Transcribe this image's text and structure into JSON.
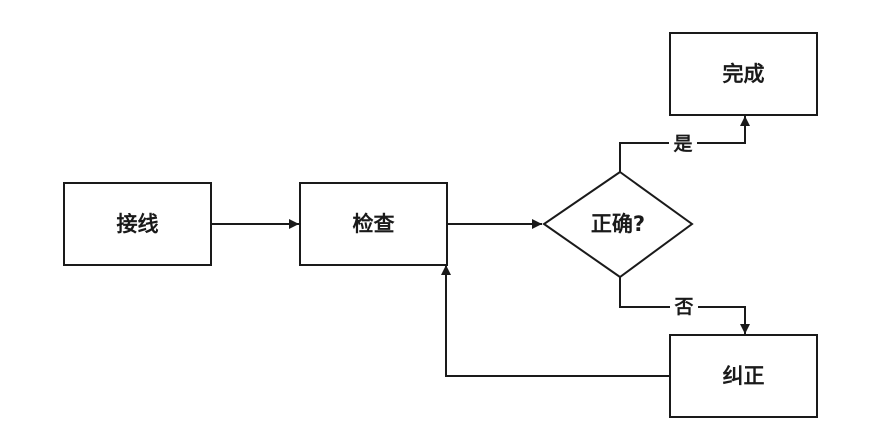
{
  "nodes": {
    "connect": "接线",
    "check": "检查",
    "decision": "正确?",
    "complete": "完成",
    "correct": "纠正"
  },
  "edge_labels": {
    "yes": "是",
    "no": "否"
  },
  "colors": {
    "stroke": "#1a1a1a",
    "label_bg": "#ffffff"
  }
}
